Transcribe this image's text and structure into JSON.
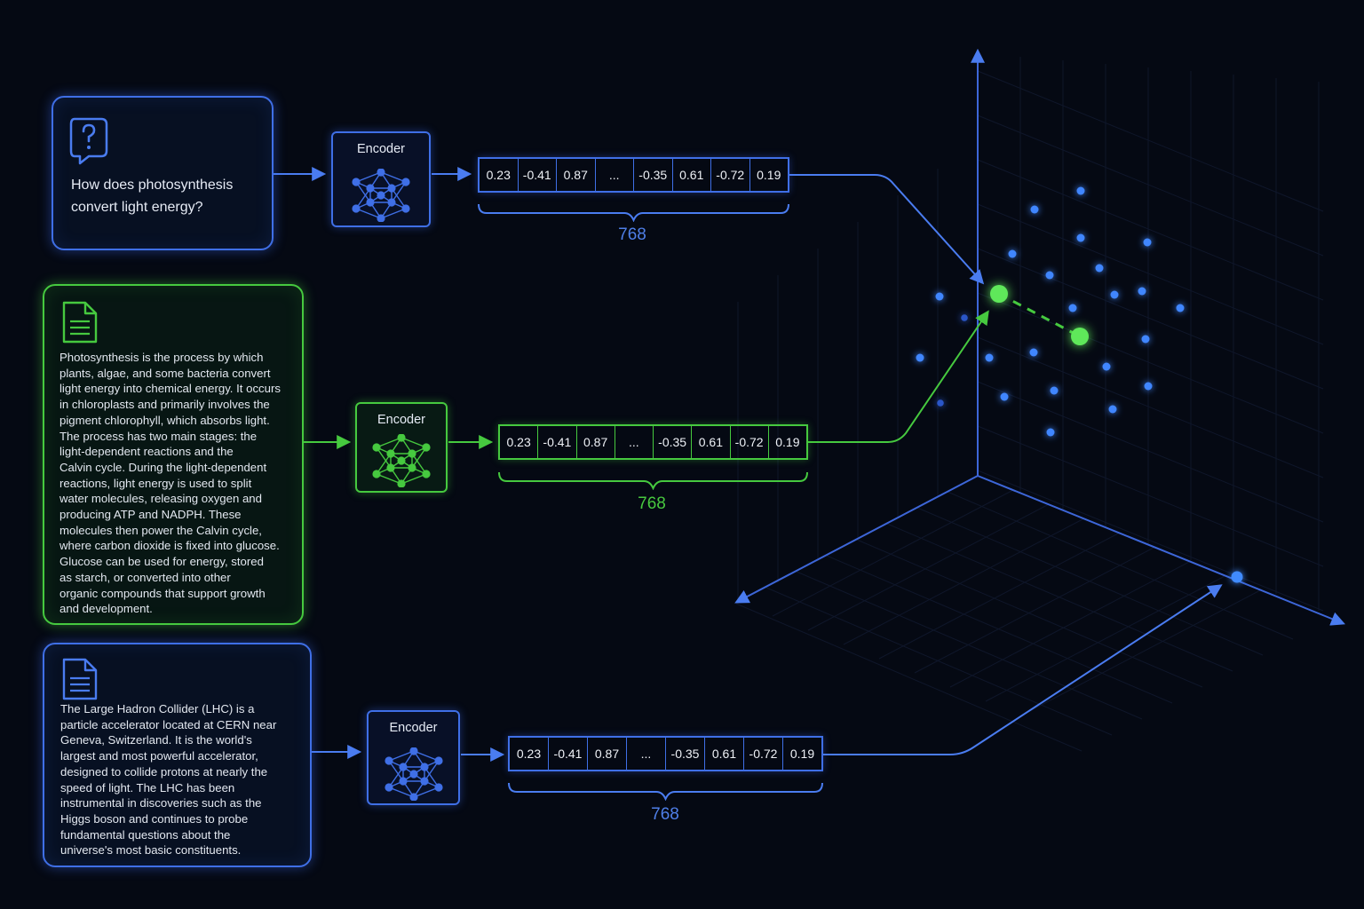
{
  "colors": {
    "blue": "#3f6fe6",
    "green": "#46c93f",
    "background": "#050913"
  },
  "query": {
    "icon": "question-bubble-icon",
    "text": "How does photosynthesis convert light energy?"
  },
  "documents": [
    {
      "icon": "document-icon",
      "lines": [
        "Photosynthesis is the process by which",
        "plants, algae, and some bacteria convert",
        "light energy into chemical energy. It occurs",
        "in chloroplasts and primarily involves the",
        "pigment chlorophyll, which absorbs light.",
        "The process has two main stages: the",
        "light-dependent reactions and the",
        "Calvin cycle. During the light-dependent",
        "reactions, light energy is used to split",
        "water molecules, releasing oxygen and",
        "producing ATP and NADPH. These",
        "molecules then power the Calvin cycle,",
        "where carbon dioxide is fixed into glucose.",
        "Glucose can be used for energy, stored",
        "as starch, or converted into other",
        "organic compounds that support growth",
        "and development."
      ]
    },
    {
      "icon": "document-icon",
      "lines": [
        "The Large Hadron Collider (LHC) is a",
        "particle accelerator located at CERN near",
        "Geneva, Switzerland. It is the world's",
        "largest and most powerful accelerator,",
        "designed to collide protons at nearly the",
        "speed of light. The LHC has been",
        "instrumental in discoveries such as the",
        "Higgs boson and continues to probe",
        "fundamental questions about the",
        "universe's most basic constituents."
      ]
    }
  ],
  "encoders": [
    {
      "label": "Encoder",
      "icon": "neural-network-icon"
    },
    {
      "label": "Encoder",
      "icon": "neural-network-icon"
    },
    {
      "label": "Encoder",
      "icon": "neural-network-icon"
    }
  ],
  "vectors": [
    {
      "values": [
        "0.23",
        "-0.41",
        "0.87",
        "...",
        "-0.35",
        "0.61",
        "-0.72",
        "0.19"
      ],
      "dimension": "768"
    },
    {
      "values": [
        "0.23",
        "-0.41",
        "0.87",
        "...",
        "-0.35",
        "0.61",
        "-0.72",
        "0.19"
      ],
      "dimension": "768"
    },
    {
      "values": [
        "0.23",
        "-0.41",
        "0.87",
        "...",
        "-0.35",
        "0.61",
        "-0.72",
        "0.19"
      ],
      "dimension": "768"
    }
  ],
  "embedding_space": {
    "type": "scatter",
    "description_free": true,
    "highlighted_points": [
      "query",
      "document-1"
    ],
    "link_style": "dashed"
  }
}
